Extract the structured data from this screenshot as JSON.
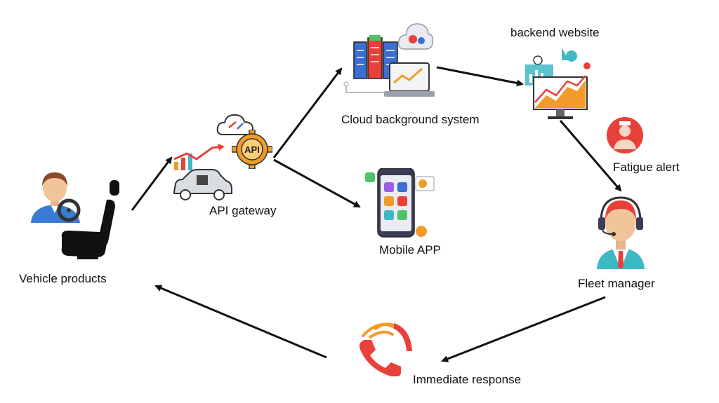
{
  "nodes": {
    "vehicle_products": "Vehicle products",
    "api_gateway": "API gateway",
    "cloud_system": "Cloud background system",
    "mobile_app": "Mobile APP",
    "backend_website": "backend website",
    "fatigue_alert": "Fatigue alert",
    "fleet_manager": "Fleet manager",
    "immediate_response": "Immediate response"
  },
  "icon_text": {
    "api_badge": "API"
  },
  "colors": {
    "arrow": "#111111",
    "accent_red": "#e8403a",
    "accent_orange": "#f29b2a",
    "accent_teal": "#3fb8c6",
    "accent_blue": "#3b6fd1"
  }
}
